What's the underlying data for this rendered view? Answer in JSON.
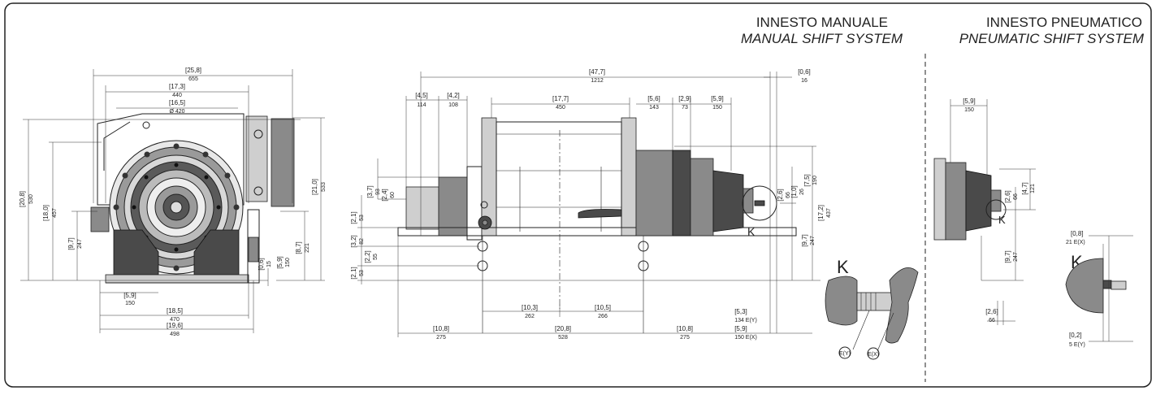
{
  "headers": {
    "manual_it": "INNESTO MANUALE",
    "manual_en": "MANUAL SHIFT SYSTEM",
    "pneumatic_it": "INNESTO PNEUMATICO",
    "pneumatic_en": "PNEUMATIC SHIFT SYSTEM"
  },
  "detail_label": "K",
  "callouts": {
    "ey": "E(Y)",
    "ex": "E(X)"
  },
  "front_view_dims": [
    {
      "in": "[25,8]",
      "mm": "655"
    },
    {
      "in": "[17,3]",
      "mm": "440"
    },
    {
      "in": "[16,5]",
      "mm": "Ø 420"
    },
    {
      "in": "[20,8]",
      "mm": "530"
    },
    {
      "in": "[18,0]",
      "mm": "457"
    },
    {
      "in": "[9,7]",
      "mm": "247"
    },
    {
      "in": "[21,0]",
      "mm": "533"
    },
    {
      "in": "[8,7]",
      "mm": "221"
    },
    {
      "in": "[5,9]",
      "mm": "150"
    },
    {
      "in": "[0,6]",
      "mm": "15"
    },
    {
      "in": "[5,9]",
      "mm": "150"
    },
    {
      "in": "[18,5]",
      "mm": "470"
    },
    {
      "in": "[19,6]",
      "mm": "498"
    }
  ],
  "side_view_dims": [
    {
      "in": "[47,7]",
      "mm": "1212"
    },
    {
      "in": "[0,6]",
      "mm": "16"
    },
    {
      "in": "[4,5]",
      "mm": "114"
    },
    {
      "in": "[4,2]",
      "mm": "108"
    },
    {
      "in": "[17,7]",
      "mm": "450"
    },
    {
      "in": "[5,6]",
      "mm": "143"
    },
    {
      "in": "[2,9]",
      "mm": "73"
    },
    {
      "in": "[5,9]",
      "mm": "150"
    },
    {
      "in": "[3,7]",
      "mm": "93"
    },
    {
      "in": "[2,4]",
      "mm": "60"
    },
    {
      "in": "[2,1]",
      "mm": "53"
    },
    {
      "in": "[3,2]",
      "mm": "82"
    },
    {
      "in": "[2,2]",
      "mm": "55"
    },
    {
      "in": "[2,1]",
      "mm": "53"
    },
    {
      "in": "[2,6]",
      "mm": "66"
    },
    {
      "in": "[1,0]",
      "mm": "26"
    },
    {
      "in": "[7,5]",
      "mm": "190"
    },
    {
      "in": "[17,2]",
      "mm": "437"
    },
    {
      "in": "[9,7]",
      "mm": "247"
    },
    {
      "in": "[10,3]",
      "mm": "262"
    },
    {
      "in": "[10,5]",
      "mm": "266"
    },
    {
      "in": "[5,3]",
      "mm": "134  E(Y)"
    },
    {
      "in": "[10,8]",
      "mm": "275"
    },
    {
      "in": "[20,8]",
      "mm": "528"
    },
    {
      "in": "[10,8]",
      "mm": "275"
    },
    {
      "in": "[5,9]",
      "mm": "150  E(X)"
    }
  ],
  "pneumatic_dims": [
    {
      "in": "[5,9]",
      "mm": "150"
    },
    {
      "in": "[2,6]",
      "mm": "66"
    },
    {
      "in": "[4,7]",
      "mm": "121"
    },
    {
      "in": "[9,7]",
      "mm": "247"
    },
    {
      "in": "[2,6]",
      "mm": "66"
    },
    {
      "in": "[0,8]",
      "mm": "21  E(X)"
    },
    {
      "in": "[0,2]",
      "mm": "5  E(Y)"
    }
  ]
}
